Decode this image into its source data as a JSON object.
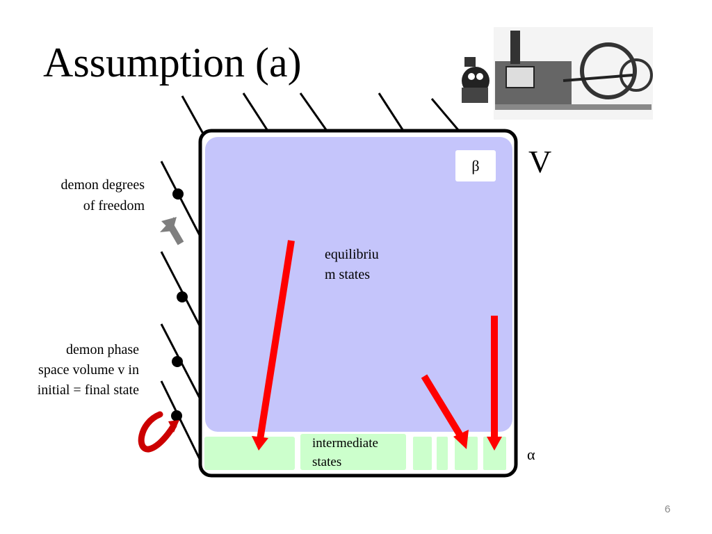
{
  "slide": {
    "title": "Assumption (a)",
    "page_number": "6"
  },
  "labels": {
    "demon_dof": [
      "demon degrees",
      "of freedom"
    ],
    "demon_phase": [
      "demon phase",
      "space volume v in",
      "initial = final state"
    ],
    "equilibrium": [
      "equilibriu",
      "m states"
    ],
    "intermediate": [
      "intermediate",
      "states"
    ],
    "volume": "V",
    "alpha": "α",
    "beta": "β"
  },
  "icons": {
    "engine": "steam-engine-illustration",
    "demon": "demon-illustration"
  },
  "colors": {
    "equilibrium_region": "#c5c5fb",
    "intermediate_region": "#ccffcc",
    "arrow_red": "#ff0000",
    "cycle_arrow": "#cc0000",
    "gray_arrow": "#7f7f7f"
  }
}
